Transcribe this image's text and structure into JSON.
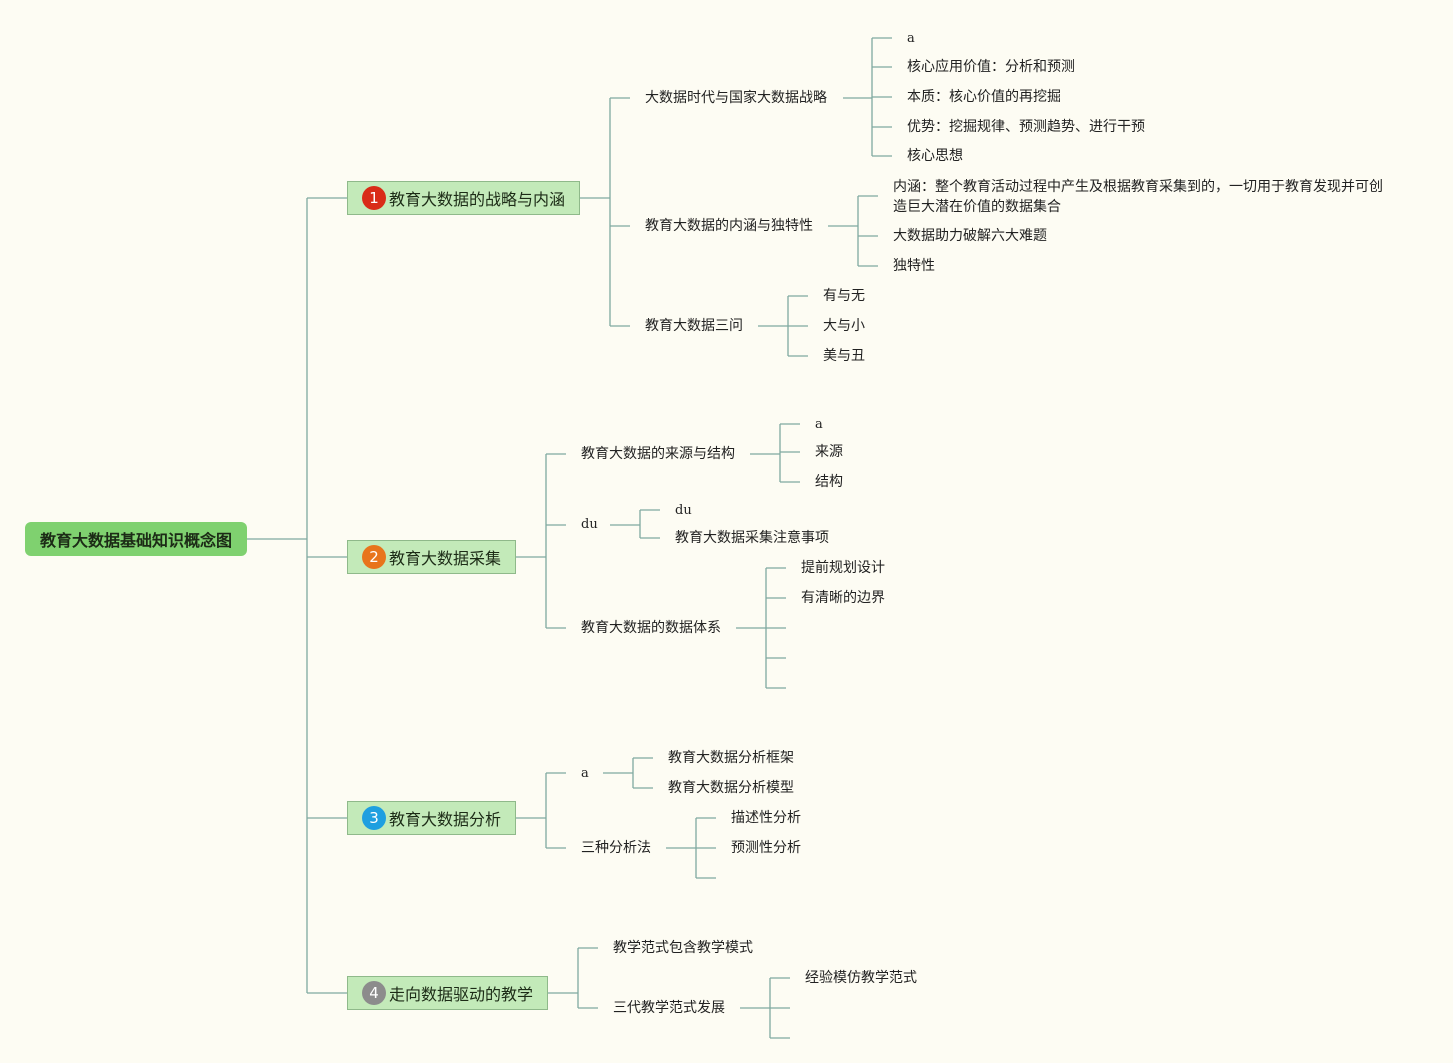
{
  "root": "教育大数据基础知识概念图",
  "topics": [
    {
      "number": "1",
      "badge_color": "#d92b17",
      "label": "教育大数据的战略与内涵",
      "children": [
        {
          "label": "大数据时代与国家大数据战略",
          "children": [
            "a",
            "核心应用价值：分析和预测",
            "本质：核心价值的再挖掘",
            "优势：挖掘规律、预测趋势、进行干预",
            "核心思想"
          ]
        },
        {
          "label": "教育大数据的内涵与独特性",
          "children": [
            "内涵：整个教育活动过程中产生及根据教育采集到的，一切用于教育发现并可创造巨大潜在价值的数据集合",
            "大数据助力破解六大难题",
            "独特性"
          ]
        },
        {
          "label": "教育大数据三问",
          "children": [
            "有与无",
            "大与小",
            "美与丑"
          ]
        }
      ]
    },
    {
      "number": "2",
      "badge_color": "#e8741c",
      "label": "教育大数据采集",
      "children": [
        {
          "label": "教育大数据的来源与结构",
          "children": [
            "a",
            "来源",
            "结构"
          ]
        },
        {
          "label": "du",
          "children": [
            "du",
            "教育大数据采集注意事项"
          ]
        },
        {
          "label": "教育大数据的数据体系",
          "children": [
            "提前规划设计",
            "有清晰的边界",
            "",
            "",
            ""
          ]
        }
      ]
    },
    {
      "number": "3",
      "badge_color": "#1f9fe0",
      "label": "教育大数据分析",
      "children": [
        {
          "label": "a",
          "children": [
            "教育大数据分析框架",
            "教育大数据分析模型"
          ]
        },
        {
          "label": "三种分析法",
          "children": [
            "描述性分析",
            "预测性分析",
            ""
          ]
        }
      ]
    },
    {
      "number": "4",
      "badge_color": "#8c8c8c",
      "label": "走向数据驱动的教学",
      "children": [
        {
          "label": "教学范式包含教学模式",
          "children": []
        },
        {
          "label": "三代教学范式发展",
          "children": [
            "经验模仿教学范式",
            "",
            ""
          ]
        }
      ]
    }
  ],
  "colors": {
    "background": "#fdfcf3",
    "root_fill": "#7fd16f",
    "topic_fill": "#c3eab9",
    "connector": "#7fa9a0"
  }
}
